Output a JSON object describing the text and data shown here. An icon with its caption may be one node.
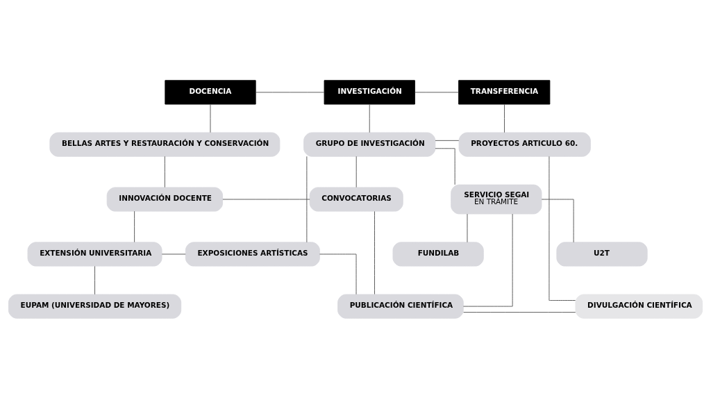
{
  "diagram": {
    "nodes": [
      {
        "text": [
          "DOCENCIA"
        ]
      },
      {
        "text": [
          "INVESTIGACIÓN"
        ]
      },
      {
        "text": [
          "TRANSFERENCIA"
        ]
      },
      {
        "text": [
          "BELLAS ARTES Y RESTAURACIÓN Y CONSERVACIÓN"
        ]
      },
      {
        "text": [
          "GRUPO DE INVESTIGACIÓN"
        ]
      },
      {
        "text": [
          "PROYECTOS ARTICULO 60."
        ]
      },
      {
        "text": [
          "INNOVACIÓN DOCENTE"
        ]
      },
      {
        "text": [
          "CONVOCATORIAS"
        ]
      },
      {
        "text": [
          "SERVICIO SEGAI",
          "EN TRÁMITE"
        ]
      },
      {
        "text": [
          "EXTENSIÓN UNIVERSITARIA"
        ]
      },
      {
        "text": [
          "EXPOSICIONES ARTÍSTICAS"
        ]
      },
      {
        "text": [
          "U2T"
        ]
      },
      {
        "text": [
          "FUNDILAB"
        ]
      },
      {
        "text": [
          "EUPAM (UNIVERSIDAD DE MAYORES)"
        ]
      },
      {
        "text": [
          "PUBLICACIÓN CIENTÍFICA"
        ]
      },
      {
        "text": [
          "DIVULGACIÓN CIENTÍFICA"
        ]
      }
    ],
    "edges": [
      {
        "from": 0,
        "to": 1,
        "arrow": "none"
      },
      {
        "from": 1,
        "to": 2,
        "arrow": "none"
      },
      {
        "from": 0,
        "to": 3,
        "arrow": "none"
      },
      {
        "from": 1,
        "to": 4,
        "arrow": "none"
      },
      {
        "from": 2,
        "to": 5,
        "arrow": "none"
      },
      {
        "from": 3,
        "to": 6,
        "arrow": "none"
      },
      {
        "from": 6,
        "to": 9,
        "arrow": "none"
      },
      {
        "from": 9,
        "to": 13,
        "arrow": "none"
      },
      {
        "from": 6,
        "to": 7,
        "arrow": "none"
      },
      {
        "from": 4,
        "to": 5,
        "arrow": "none"
      },
      {
        "from": 4,
        "to": 7,
        "arrow": "none"
      },
      {
        "from": 4,
        "to": 8,
        "arrow": "none"
      },
      {
        "from": 4,
        "to": 10,
        "arrow": "none"
      },
      {
        "from": 7,
        "to": 14,
        "arrow": "none"
      },
      {
        "from": 9,
        "to": 10,
        "arrow": "none"
      },
      {
        "from": 10,
        "to": 14,
        "arrow": "none"
      },
      {
        "from": 8,
        "to": 14,
        "arrow": "none"
      },
      {
        "from": 14,
        "to": 15,
        "arrow": "none"
      },
      {
        "from": 8,
        "to": 11,
        "arrow": "none"
      },
      {
        "from": 8,
        "to": 12,
        "arrow": "none"
      },
      {
        "from": 5,
        "to": 15,
        "arrow": "none"
      }
    ]
  }
}
